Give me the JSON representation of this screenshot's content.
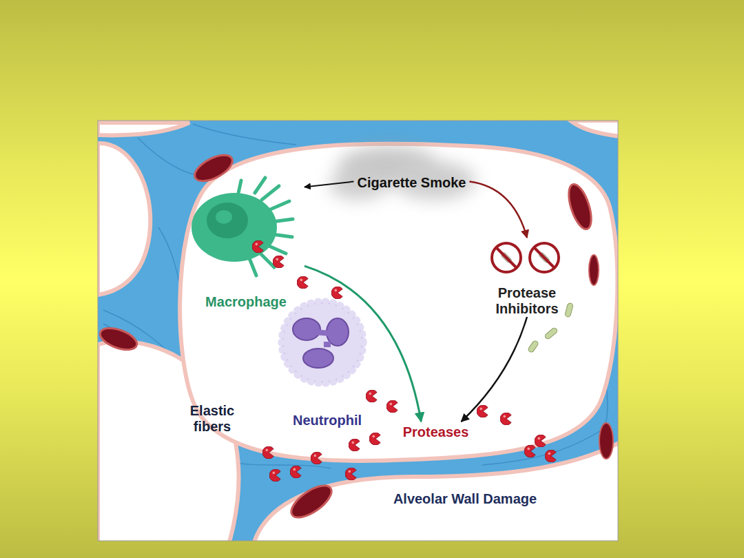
{
  "diagram": {
    "nodes": [
      {
        "text": [
          "Cigarette Smoke"
        ]
      },
      {
        "text": [
          "Macrophage"
        ]
      },
      {
        "text": [
          "Protease Inhibitors"
        ]
      },
      {
        "text": [
          "Neutrophil"
        ]
      },
      {
        "text": [
          "Proteases"
        ]
      }
    ],
    "edges": [
      {
        "from": 0,
        "to": 1,
        "arrow": "to"
      },
      {
        "from": 0,
        "to": 2,
        "arrow": "to"
      },
      {
        "from": 1,
        "to": 4,
        "arrow": "to"
      },
      {
        "from": 2,
        "to": 4,
        "arrow": "to"
      }
    ],
    "labels": [
      "Elastic fibers",
      "Alveolar Wall Damage"
    ]
  }
}
